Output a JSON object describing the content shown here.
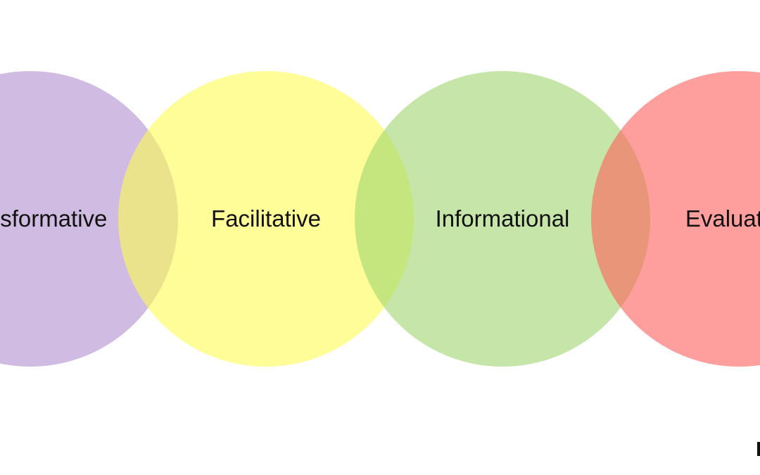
{
  "diagram": {
    "items": [
      {
        "label": "Transformative",
        "color": "#b190cf"
      },
      {
        "label": "Facilitative",
        "color": "#fdfb53"
      },
      {
        "label": "Informational",
        "color": "#9fd66e"
      },
      {
        "label": "Evaluative",
        "color": "#ff5f5c"
      }
    ]
  }
}
